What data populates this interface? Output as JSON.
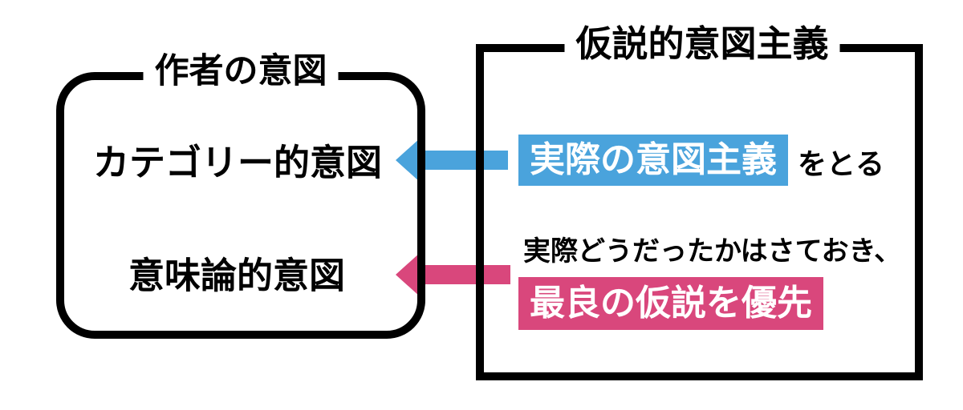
{
  "colors": {
    "blue": "#4aa3dc",
    "pink": "#d9477c",
    "line": "#000000",
    "background": "#ffffff"
  },
  "left_box": {
    "title": "作者の意図",
    "item_categorial": "カテゴリー的意図",
    "item_semantic": "意味論的意図"
  },
  "right_box": {
    "title": "仮説的意図主義",
    "row1_highlight": "実際の意図主義",
    "row1_suffix": "をとる",
    "row2_prefix": "実際どうだったかはさておき、",
    "row2_highlight": "最良の仮説を優先"
  },
  "arrows": {
    "blue": {
      "direction": "left",
      "from": "actual-intentionalism",
      "to": "categorial-intention"
    },
    "pink": {
      "direction": "left",
      "from": "best-hypothesis",
      "to": "semantic-intention"
    }
  }
}
